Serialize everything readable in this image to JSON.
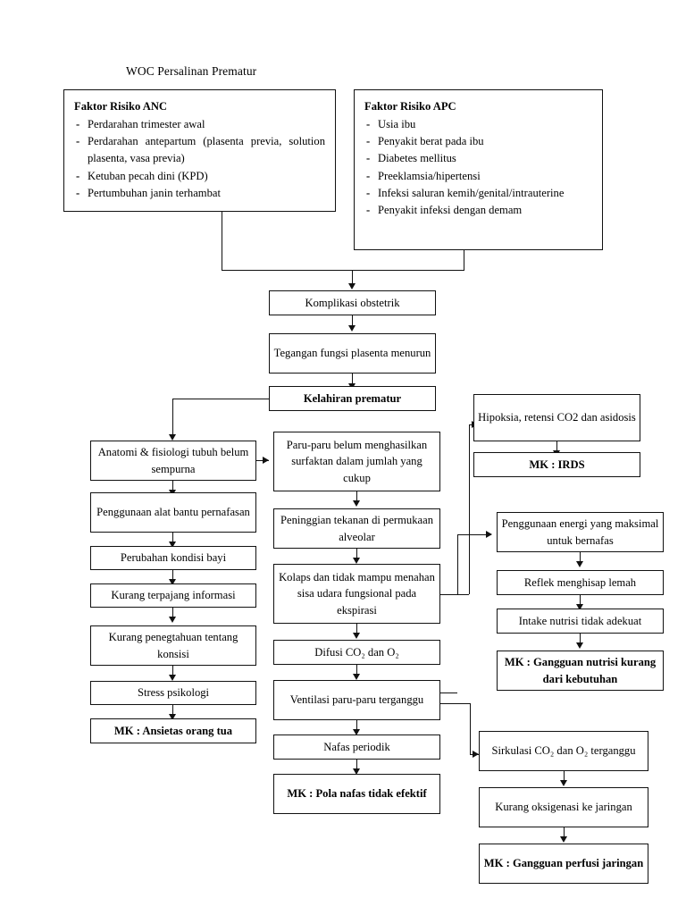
{
  "title": "WOC Persalinan Prematur",
  "panels": [
    {
      "id": "faktor-risiko-anc",
      "heading": "Faktor Risiko ANC",
      "items": [
        "Perdarahan trimester awal",
        "Perdarahan antepartum (plasenta previa, solution plasenta, vasa previa)",
        "Ketuban pecah dini (KPD)",
        "Pertumbuhan janin terhambat"
      ]
    },
    {
      "id": "faktor-risiko-apc",
      "heading": "Faktor Risiko APC",
      "items": [
        "Usia ibu",
        "Penyakit berat pada ibu",
        "Diabetes mellitus",
        "Preeklamsia/hipertensi",
        "Infeksi saluran kemih/genital/intrauterine",
        "Penyakit infeksi dengan demam"
      ]
    }
  ],
  "nodes": {
    "komplikasi_obstetrik": "Komplikasi obstetrik",
    "tegangan_plasenta": "Tegangan fungsi plasenta menurun",
    "kelahiran_prematur": "Kelahiran prematur",
    "anatomi_fisiologi": "Anatomi & fisiologi tubuh belum sempurna",
    "alat_bantu_nafas": "Penggunaan alat bantu pernafasan",
    "perubahan_kondisi": "Perubahan kondisi bayi",
    "kurang_terpajang": "Kurang terpajang informasi",
    "kurang_pengetahuan": "Kurang penegtahuan tentang konsisi",
    "stress_psikologi": "Stress psikologi",
    "mk_ansietas": "MK : Ansietas orang tua",
    "paru_surfaktan": "Paru-paru belum menghasilkan surfaktan dalam jumlah yang cukup",
    "peninggian_tekanan": "Peninggian tekanan di permukaan alveolar",
    "kolaps": "Kolaps dan tidak mampu menahan sisa udara fungsional pada ekspirasi",
    "difusi": "Difusi CO₂ dan O₂",
    "ventilasi": "Ventilasi paru-paru terganggu",
    "nafas_periodik": "Nafas periodik",
    "mk_pola_nafas": "MK : Pola nafas tidak efektif",
    "hipoksia": "Hipoksia, retensi CO2  dan asidosis",
    "mk_irds": "MK : IRDS",
    "energi_maksimal": "Penggunaan energi yang maksimal untuk bernafas",
    "reflek_menghisap": "Reflek menghisap lemah",
    "intake_nutrisi": "Intake nutrisi tidak adekuat",
    "mk_nutrisi": "MK : Gangguan nutrisi kurang dari kebutuhan",
    "sirkulasi": "Sirkulasi CO₂ dan O₂ terganggu",
    "kurang_oksigenasi": "Kurang oksigenasi ke jaringan",
    "mk_perfusi": "MK : Gangguan perfusi jaringan"
  },
  "colors": {
    "stroke": "#111111",
    "background": "#ffffff",
    "text": "#000000"
  }
}
